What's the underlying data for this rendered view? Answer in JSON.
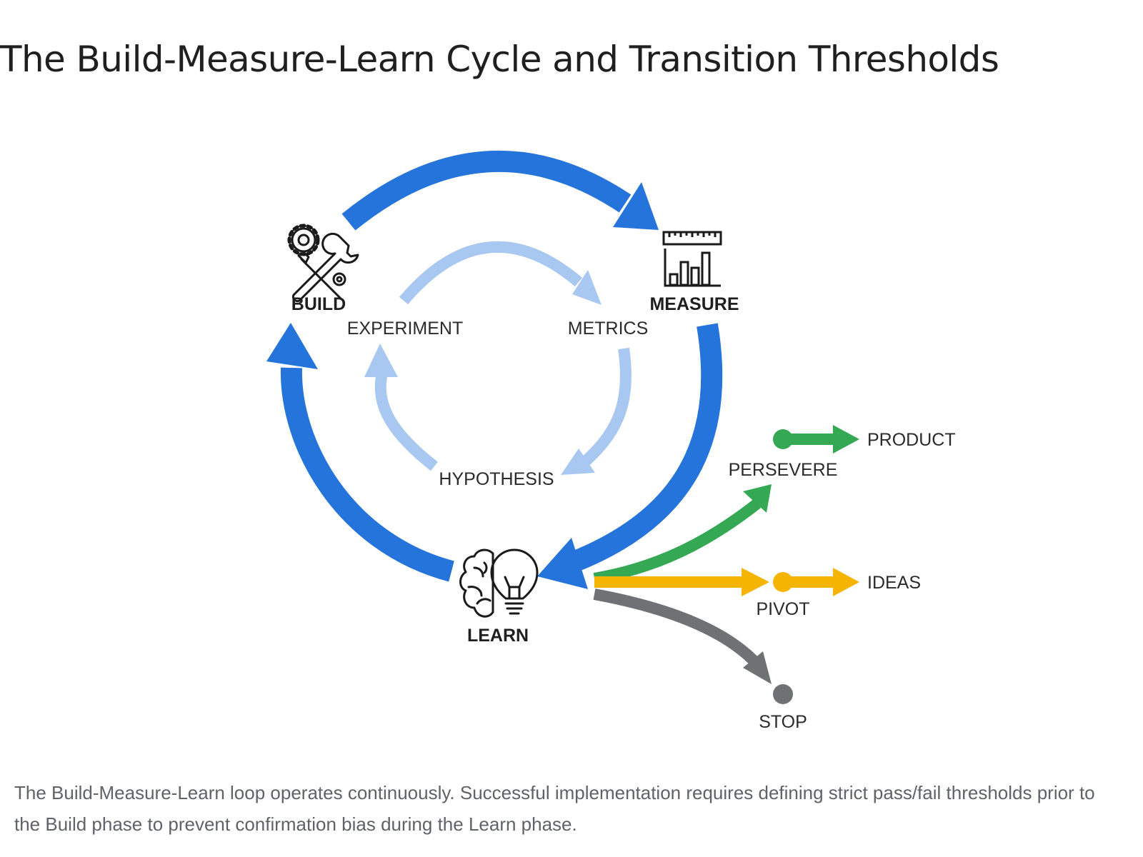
{
  "title": "The Build-Measure-Learn Cycle and Transition Thresholds",
  "diagram": {
    "nodes": {
      "build": "BUILD",
      "measure": "MEASURE",
      "learn": "LEARN"
    },
    "inner_cycle": {
      "experiment": "EXPERIMENT",
      "metrics": "METRICS",
      "hypothesis": "HYPOTHESIS"
    },
    "branches": {
      "persevere": "PERSEVERE",
      "product": "PRODUCT",
      "pivot": "PIVOT",
      "ideas": "IDEAS",
      "stop": "STOP"
    },
    "icons": {
      "build": "wrench-gear-icon",
      "measure": "ruler-bar-chart-icon",
      "learn": "brain-lightbulb-icon"
    },
    "colors": {
      "outer_cycle": "#2574DB",
      "inner_cycle": "#A8C8F1",
      "persevere": "#34A853",
      "pivot": "#F4B400",
      "stop": "#6F7275"
    }
  },
  "caption": "The Build-Measure-Learn loop operates continuously. Successful implementation requires defining strict pass/fail thresholds prior to the Build phase to prevent confirmation bias during the Learn phase."
}
